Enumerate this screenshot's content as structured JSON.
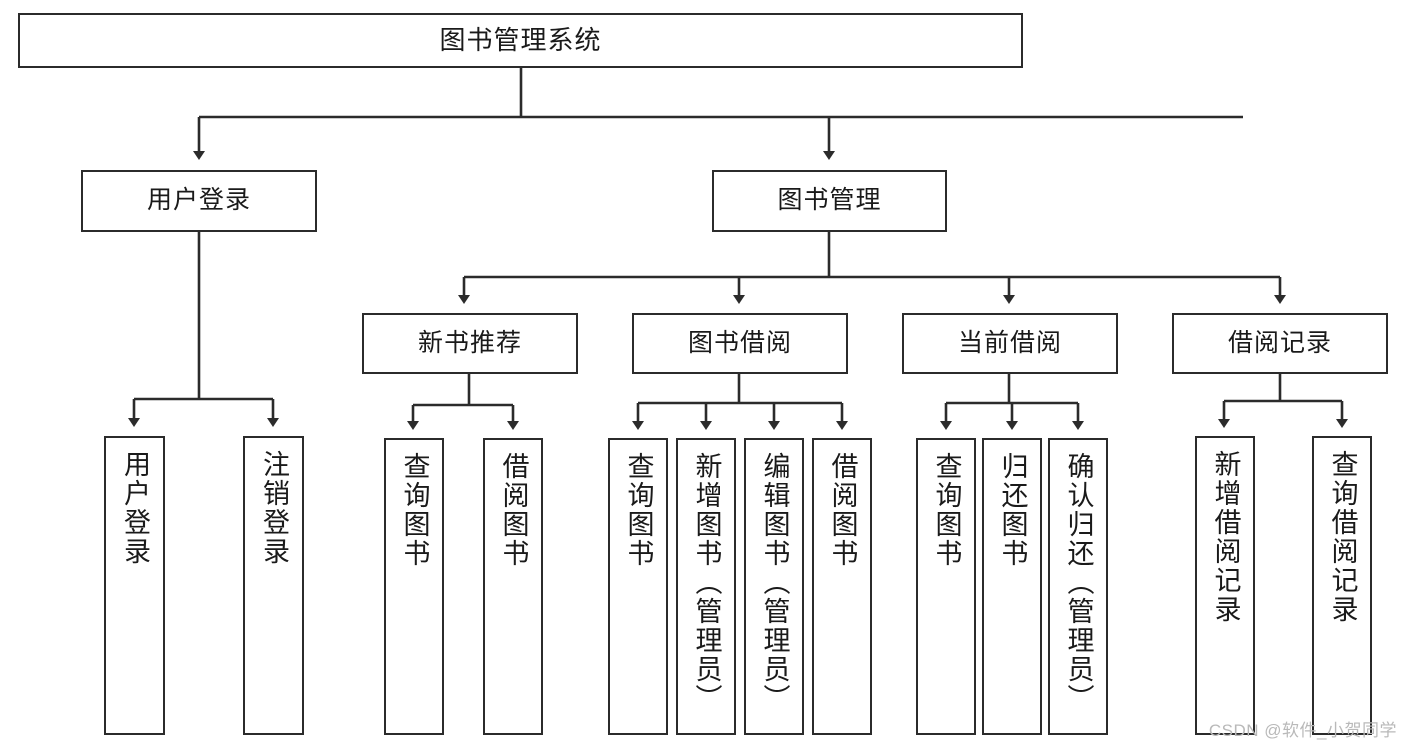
{
  "diagram": {
    "title": "图书管理系统",
    "type": "tree",
    "orientation": "top-down",
    "colors": {
      "box_border": "#2b2b2b",
      "box_fill": "#ffffff",
      "edge": "#2b2b2b",
      "text": "#1a1a1a",
      "watermark": "#b9b9b9",
      "background": "#ffffff"
    }
  },
  "watermark": {
    "text": "CSDN @软件_小贺同学"
  },
  "nodes": {
    "root": {
      "label": "图书管理系统",
      "level": 1
    },
    "level2": [
      {
        "id": "user-login",
        "label": "用户登录"
      },
      {
        "id": "book-manage",
        "label": "图书管理"
      }
    ],
    "level3": [
      {
        "id": "new-book-rec",
        "label": "新书推荐",
        "parent": "book-manage"
      },
      {
        "id": "book-borrow",
        "label": "图书借阅",
        "parent": "book-manage"
      },
      {
        "id": "current-borrow",
        "label": "当前借阅",
        "parent": "book-manage"
      },
      {
        "id": "borrow-record",
        "label": "借阅记录",
        "parent": "book-manage"
      }
    ],
    "leaves": [
      {
        "id": "leaf-user-login",
        "label": "用户登录",
        "parent": "user-login"
      },
      {
        "id": "leaf-logout-login",
        "label": "注销登录",
        "parent": "user-login"
      },
      {
        "id": "leaf-query-book-1",
        "label": "查询图书",
        "parent": "new-book-rec"
      },
      {
        "id": "leaf-borrow-book-1",
        "label": "借阅图书",
        "parent": "new-book-rec"
      },
      {
        "id": "leaf-query-book-2",
        "label": "查询图书",
        "parent": "book-borrow"
      },
      {
        "id": "leaf-add-book",
        "label": "新增图书（管理员）",
        "parent": "book-borrow"
      },
      {
        "id": "leaf-edit-book",
        "label": "编辑图书（管理员）",
        "parent": "book-borrow"
      },
      {
        "id": "leaf-borrow-book-2",
        "label": "借阅图书",
        "parent": "book-borrow"
      },
      {
        "id": "leaf-query-book-3",
        "label": "查询图书",
        "parent": "current-borrow"
      },
      {
        "id": "leaf-return-book",
        "label": "归还图书",
        "parent": "current-borrow"
      },
      {
        "id": "leaf-confirm-return",
        "label": "确认归还（管理员）",
        "parent": "current-borrow"
      },
      {
        "id": "leaf-add-record",
        "label": "新增借阅记录",
        "parent": "borrow-record"
      },
      {
        "id": "leaf-query-record",
        "label": "查询借阅记录",
        "parent": "borrow-record"
      }
    ]
  }
}
